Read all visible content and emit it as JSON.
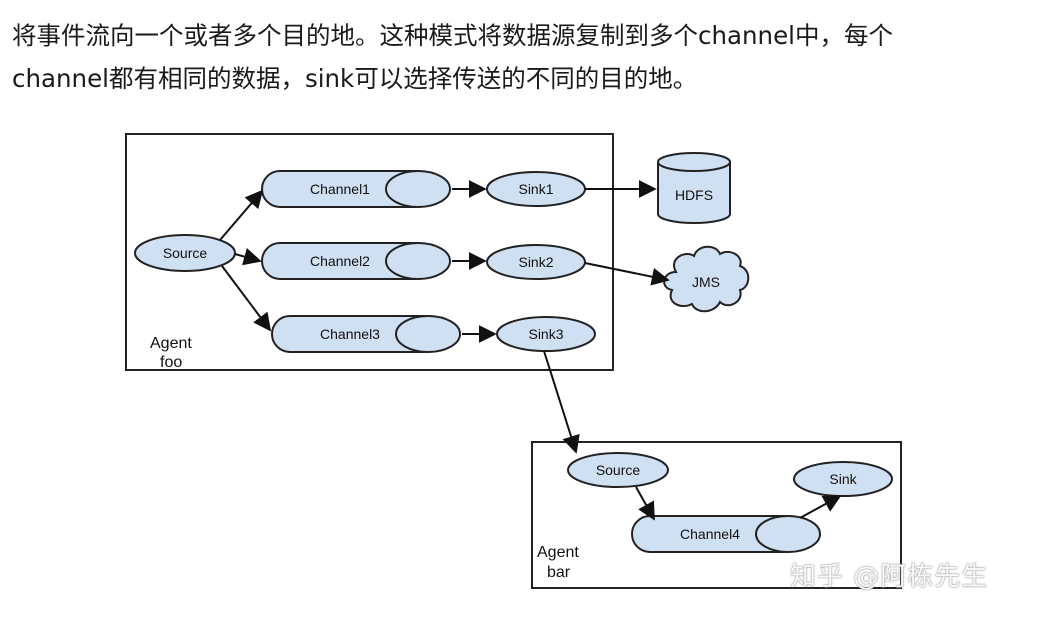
{
  "paragraph": {
    "line1": "将事件流向一个或者多个目的地。这种模式将数据源复制到多个channel中，每个",
    "line2": "channel都有相同的数据，sink可以选择传送的不同的目的地。"
  },
  "diagram": {
    "agent_foo": {
      "label_line1": "Agent",
      "label_line2": "foo"
    },
    "agent_bar": {
      "label_line1": "Agent",
      "label_line2": "bar"
    },
    "foo_source": "Source",
    "channel1": "Channel1",
    "channel2": "Channel2",
    "channel3": "Channel3",
    "sink1": "Sink1",
    "sink2": "Sink2",
    "sink3": "Sink3",
    "hdfs": "HDFS",
    "jms": "JMS",
    "bar_source": "Source",
    "channel4": "Channel4",
    "bar_sink": "Sink",
    "colors": {
      "node_fill": "#cfe0f3",
      "stroke": "#222222"
    }
  },
  "watermark": "知乎 @阿栋先生"
}
